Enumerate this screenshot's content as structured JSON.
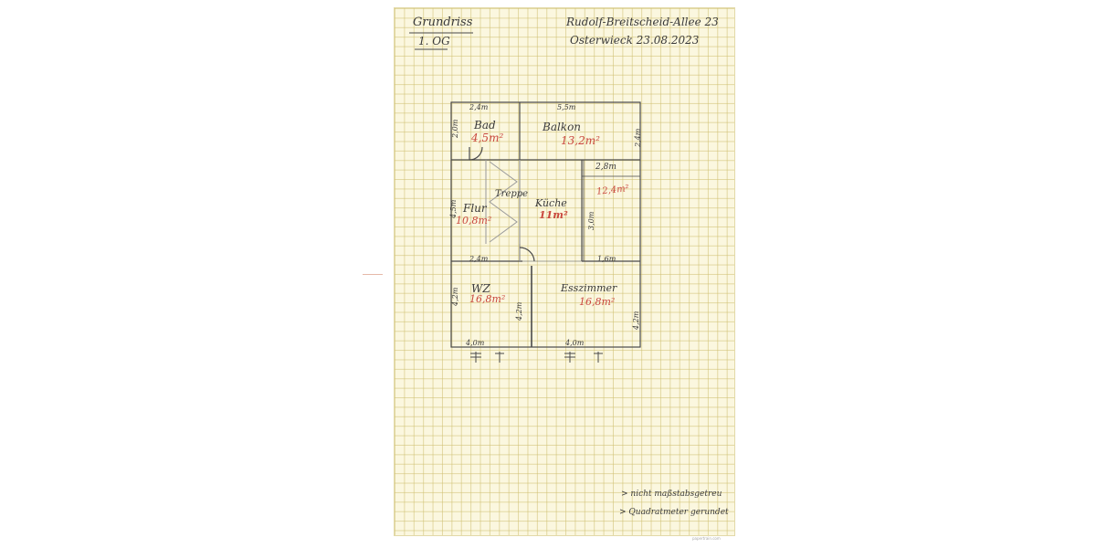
{
  "header": {
    "title": "Grundriss",
    "floor": "1. OG",
    "address": "Rudolf-Breitscheid-Allee 23",
    "place_date": "Osterwieck 23.08.2023"
  },
  "rooms": {
    "bad": {
      "name": "Bad",
      "area": "4,5m²"
    },
    "balkon": {
      "name": "Balkon",
      "area": "13,2m²"
    },
    "flur": {
      "name": "Flur",
      "area": "10,8m²"
    },
    "treppe": {
      "name": "Treppe"
    },
    "kueche": {
      "name": "Küche",
      "area": "11m²"
    },
    "kammer": {
      "area": "12,4m²"
    },
    "wz": {
      "name": "WZ",
      "area": "16,8m²"
    },
    "esszimmer": {
      "name": "Esszimmer",
      "area": "16,8m²"
    }
  },
  "dimensions": {
    "bad_top": "2,4m",
    "balkon_top": "5,5m",
    "bad_side": "2,0m",
    "balkon_side": "2,4m",
    "kammer_top": "2,8m",
    "flur_side": "4,5m",
    "kueche_side": "3,0m",
    "flur_bottom": "2,4m",
    "kammer_bottom": "1,6m",
    "wz_side": "4,2m",
    "wz_inner": "4,2m",
    "esszimmer_side": "4,2m",
    "bottom_left": "4,0m",
    "bottom_right": "4,0m"
  },
  "notes": {
    "line1": "> nicht maßstabsgetreu",
    "line2": "> Quadratmeter gerundet"
  },
  "footer": {
    "brand": "papertrain.com"
  }
}
